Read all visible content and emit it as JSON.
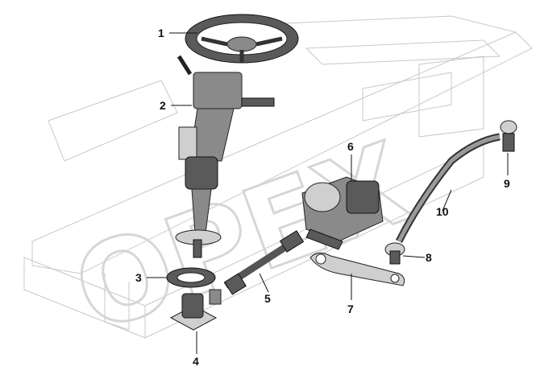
{
  "callouts": [
    {
      "id": "1",
      "label": "1"
    },
    {
      "id": "2",
      "label": "2"
    },
    {
      "id": "3",
      "label": "3"
    },
    {
      "id": "4",
      "label": "4"
    },
    {
      "id": "5",
      "label": "5"
    },
    {
      "id": "6",
      "label": "6"
    },
    {
      "id": "7",
      "label": "7"
    },
    {
      "id": "8",
      "label": "8"
    },
    {
      "id": "9",
      "label": "9"
    },
    {
      "id": "10",
      "label": "10"
    }
  ],
  "watermark": "OPEX",
  "colors": {
    "parts": "#8a8a8a",
    "frame": "#c8c8c8",
    "text": "#111111"
  }
}
